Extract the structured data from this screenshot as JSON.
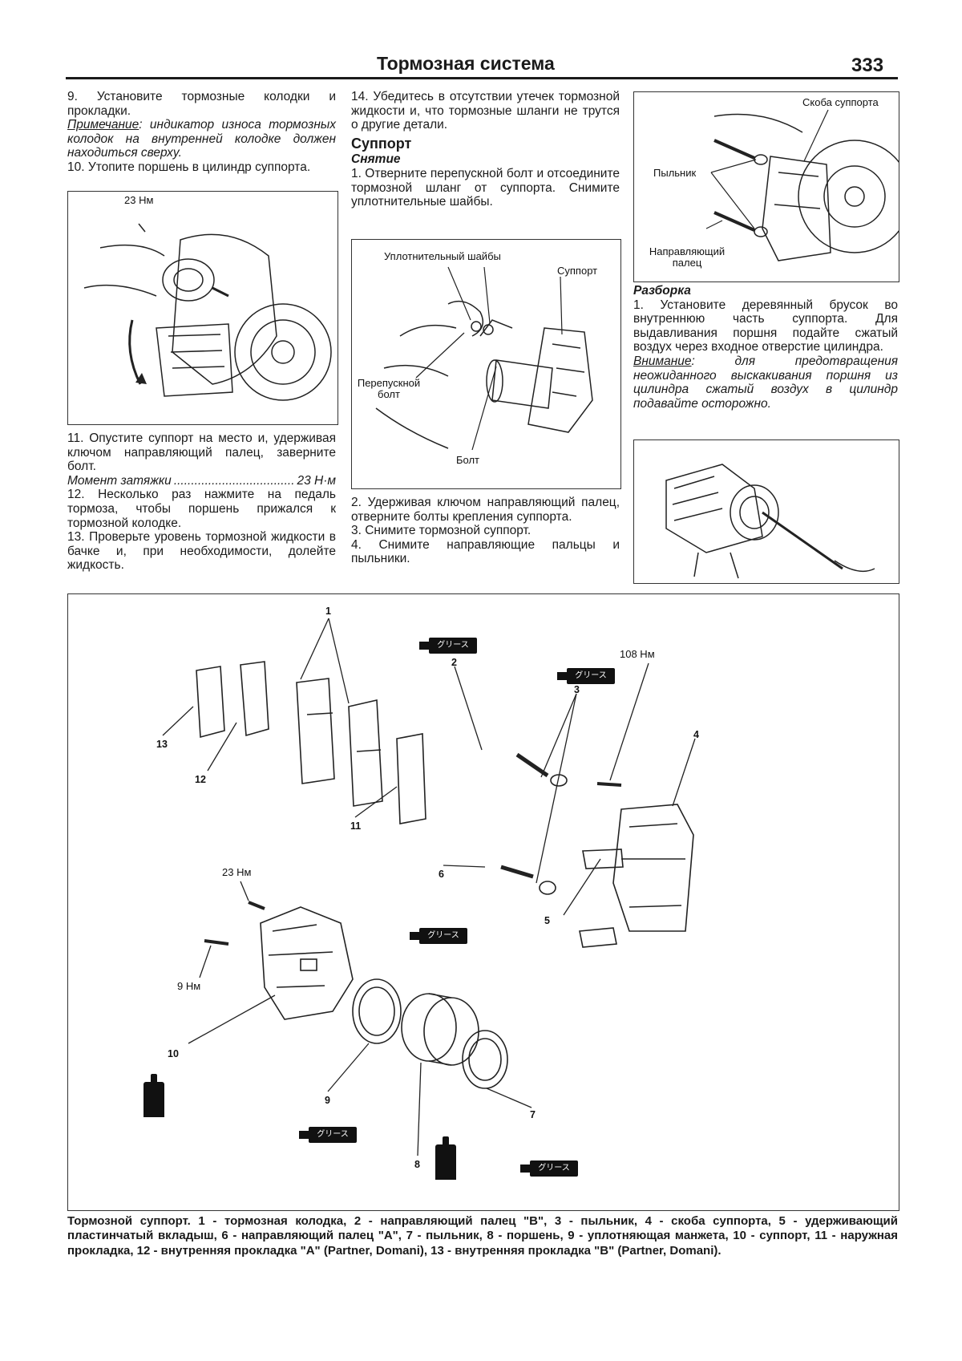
{
  "header": {
    "title": "Тормозная система",
    "page_number": "333"
  },
  "col1": {
    "p9": "9. Установите тормозные колодки и прокладки.",
    "note_label": "Примечание",
    "note_text": ": индикатор износа тормозных колодок на внутренней колодке должен находиться сверху.",
    "p10": "10. Утопите поршень в цилиндр суппорта.",
    "fig_torque": "23 Нм",
    "p11": "11. Опустите суппорт на место и, удерживая ключом направляющий палец, заверните болт.",
    "torque_label": "Момент затяжки",
    "torque_value": "23 Н·м",
    "p12": "12. Несколько раз нажмите на педаль тормоза, чтобы поршень прижался к тормозной колодке.",
    "p13": "13. Проверьте уровень тормозной жидкости в бачке и, при необходимости, долейте жидкость."
  },
  "col2": {
    "p14": "14. Убедитесь в отсутствии утечек тормозной жидкости и, что тормозные шланги не трутся о другие детали.",
    "section": "Суппорт",
    "subsection": "Снятие",
    "s1": "1. Отверните перепускной болт и отсоедините тормозной шланг от суппорта. Снимите уплотнительные шайбы.",
    "fig_labels": {
      "washers": "Уплотнительный шайбы",
      "caliper": "Суппорт",
      "bypass": "Перепускной болт",
      "bolt": "Болт"
    },
    "s2": "2. Удерживая ключом направляющий палец, отверните болты крепления суппорта.",
    "s3": "3. Снимите тормозной суппорт.",
    "s4": "4. Снимите направляющие пальцы и пыльники."
  },
  "col3": {
    "fig_labels": {
      "bracket": "Скоба суппорта",
      "boot": "Пыльник",
      "guide": "Направляющий палец"
    },
    "subsection": "Разборка",
    "d1": "1. Установите деревянный брусок во внутреннюю часть суппорта. Для выдавливания поршня подайте сжатый воздух через входное отверстие цилиндра.",
    "warn_label": "Внимание",
    "warn_text": ": для предотвращения неожиданного выскакивания поршня из цилиндра сжатый воздух в цилиндр подавайте осторожно."
  },
  "exploded": {
    "torque_108": "108 Нм",
    "torque_23": "23 Нм",
    "torque_9": "9 Нм",
    "grease_text": "グリース",
    "numbers": [
      "1",
      "2",
      "3",
      "4",
      "5",
      "6",
      "7",
      "8",
      "9",
      "10",
      "11",
      "12",
      "13"
    ]
  },
  "caption": "Тормозной суппорт. 1 - тормозная колодка, 2 - направляющий палец \"B\", 3 - пыльник, 4 - скоба суппорта, 5 - удерживающий пластинчатый вкладыш, 6 - направляющий палец \"A\", 7 - пыльник, 8 - поршень, 9 - уплотняющая манжета, 10 - суппорт, 11 - наружная прокладка, 12 - внутренняя прокладка \"A\" (Partner, Domani), 13 - внутренняя прокладка \"B\" (Partner, Domani)."
}
